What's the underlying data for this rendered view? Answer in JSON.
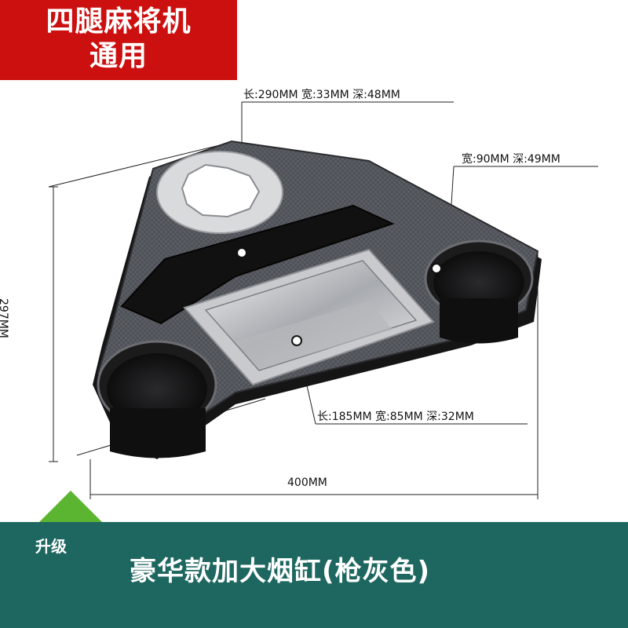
{
  "badge": {
    "line1": "四腿麻将机",
    "line2": "通用"
  },
  "dimensions": {
    "top_slot": "长:290MM 宽:33MM 深:48MM",
    "cup_holder": "宽:90MM 深:49MM",
    "ashtray": "长:185MM 宽:85MM 深:32MM",
    "width": "400MM",
    "height": "297MM"
  },
  "footer": {
    "upgrade_label": "升级",
    "title": "豪华款加大烟缸(枪灰色)"
  },
  "colors": {
    "badge_red": "#cc1010",
    "footer_teal": "#1e6760",
    "arrow_green": "#5cb531",
    "tray_gray": "#4a4d52"
  }
}
